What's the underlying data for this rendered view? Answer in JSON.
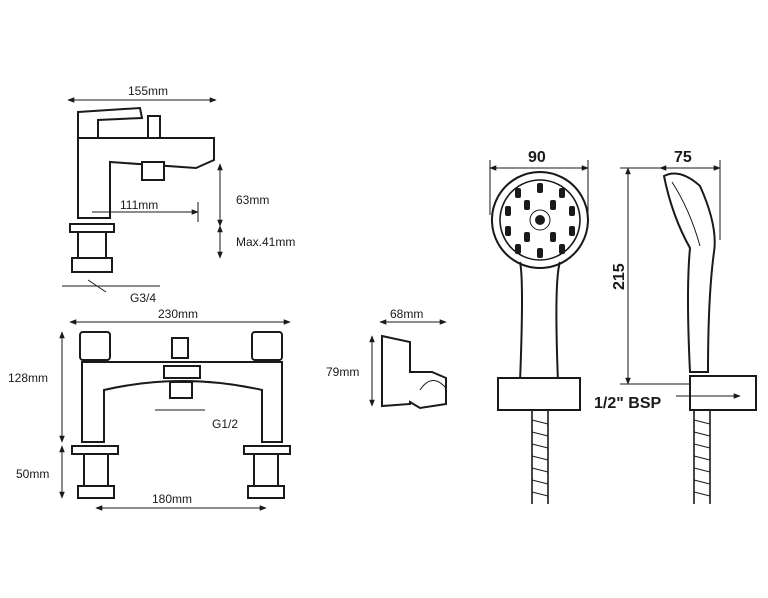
{
  "labels": {
    "side_width": "155mm",
    "spout_reach": "111mm",
    "side_height": "63mm",
    "deck_thickness": "Max.41mm",
    "side_thread": "G3/4",
    "front_width": "230mm",
    "front_height": "128mm",
    "front_tail": "50mm",
    "front_centres": "180mm",
    "front_thread": "G1/2",
    "holder_width": "68mm",
    "holder_height": "79mm",
    "head_width": "90",
    "head_side_width": "75",
    "handset_length": "215",
    "hose_thread": "1/2\" BSP"
  }
}
